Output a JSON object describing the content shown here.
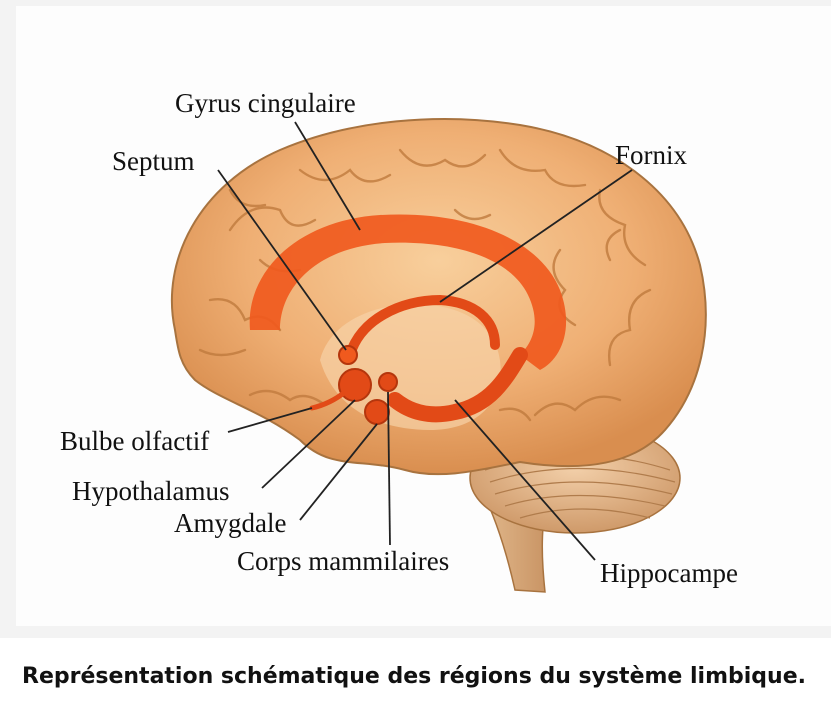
{
  "labels": {
    "gyrus_cingulaire": "Gyrus cingulaire",
    "septum": "Septum",
    "fornix": "Fornix",
    "bulbe_olfactif": "Bulbe olfactif",
    "hypothalamus": "Hypothalamus",
    "amygdale": "Amygdale",
    "corps_mammilaires": "Corps mammilaires",
    "hippocampe": "Hippocampe"
  },
  "caption": "Représentation schématique des régions du système limbique.",
  "colors": {
    "brain": "#f0b47c",
    "brain_shadow": "#c98446",
    "limbic": "#f05a1e",
    "limbic_dark": "#d84315",
    "cerebellum": "#e9b98c",
    "brainstem": "#ddb084"
  }
}
